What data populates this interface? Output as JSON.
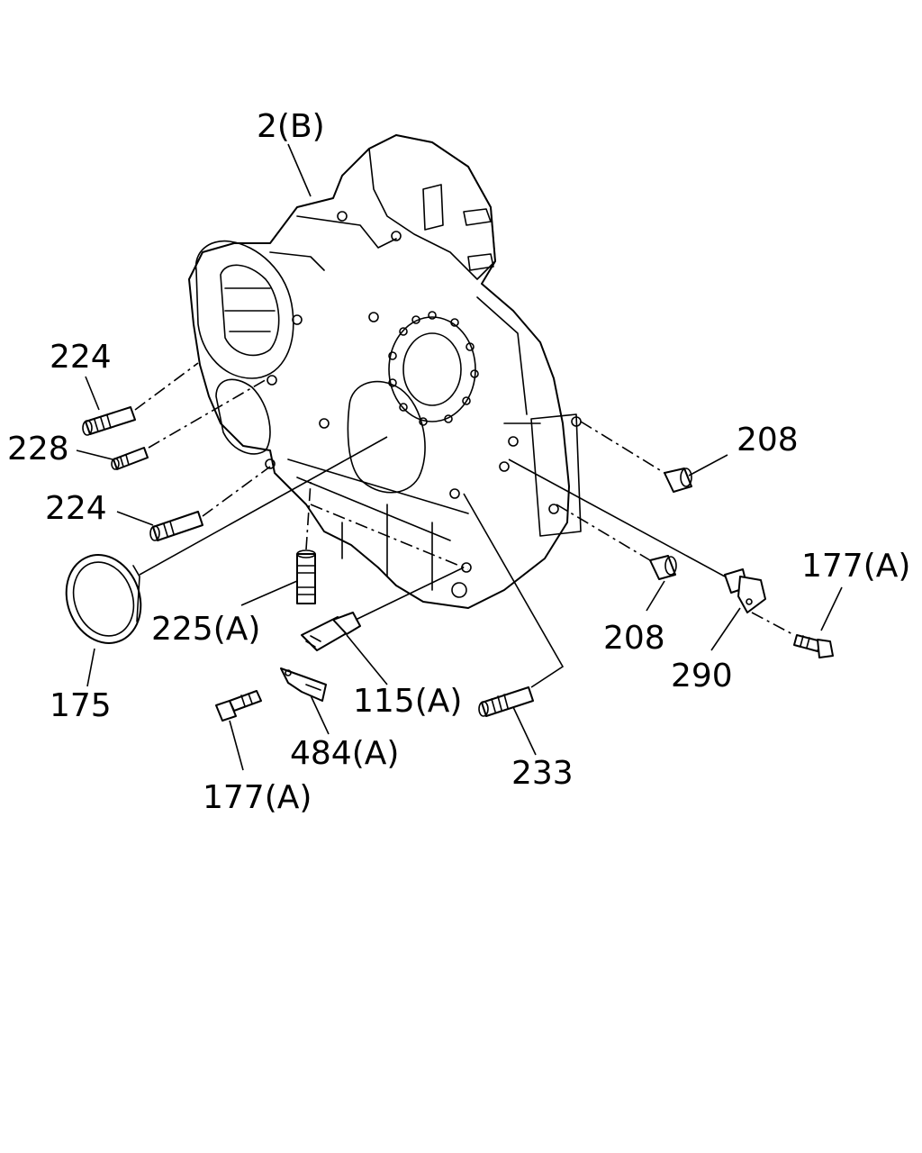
{
  "callouts": {
    "c_2b": "2(B)",
    "c_224_top": "224",
    "c_228": "228",
    "c_224_mid": "224",
    "c_175": "175",
    "c_225a": "225(A)",
    "c_115a": "115(A)",
    "c_484a": "484(A)",
    "c_177a_bottom": "177(A)",
    "c_233": "233",
    "c_208_top": "208",
    "c_208_bottom": "208",
    "c_177a_right": "177(A)",
    "c_290": "290"
  },
  "colors": {
    "line": "#000000",
    "background": "#ffffff"
  }
}
